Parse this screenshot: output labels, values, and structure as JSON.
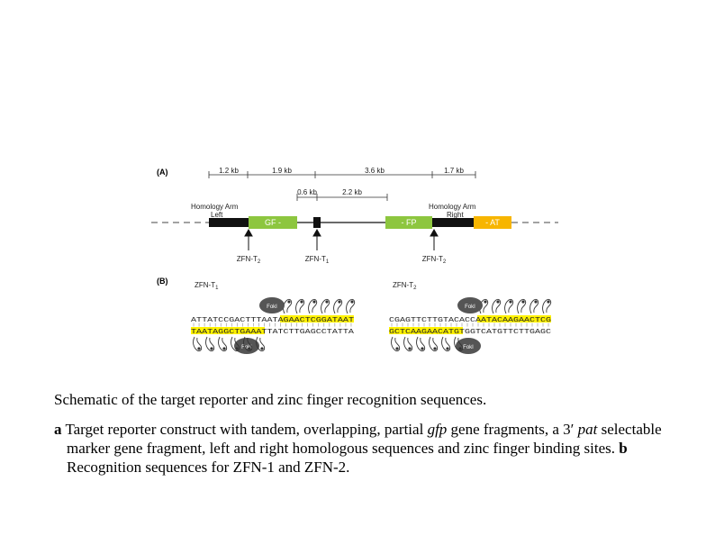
{
  "figure": {
    "panel_a": {
      "label": "(A)",
      "top_distances": [
        "1.2 kb",
        "1.9 kb",
        "3.6 kb",
        "1.7 kb"
      ],
      "mid_distances": [
        "0.6 kb",
        "2.2 kb"
      ],
      "left_arm_label": [
        "Homology Arm",
        "Left"
      ],
      "right_arm_label": [
        "Homology Arm",
        "Right"
      ],
      "fragments": [
        "GF -",
        "- FP",
        "- AT"
      ],
      "sites": [
        "ZFN-T",
        "ZFN-T",
        "ZFN-T"
      ],
      "site_subscripts": [
        "2",
        "1",
        "2"
      ],
      "colors": {
        "gfp": "#8dc63f",
        "pat": "#f7b500",
        "arm": "#111111"
      }
    },
    "panel_b": {
      "label": "(B)",
      "left": {
        "title": "ZFN-T",
        "title_sub": "1",
        "fok_top": "FokI",
        "fok_bottom": "FokI",
        "top_seq_plain": "ATTATCCGACTTTAATAG",
        "top_seq_hl": "AACTCGGATAAT",
        "bottom_seq_hl": "TAATAGGCTGAA",
        "bottom_seq_plain": "ATTATCTTGAGCCTATTA"
      },
      "right": {
        "title": "ZFN-T",
        "title_sub": "2",
        "fok_top": "FokI",
        "fok_bottom": "FokI",
        "top_seq_plain": "CGAGTTCTTGTACACCAA",
        "top_seq_hl": "TACAAGAACTCG",
        "bottom_seq_hl": "GCTCAAGAACAT",
        "bottom_seq_plain": "GTGGTCATGTTCTTGAGC"
      },
      "highlight_color": "#fff200"
    }
  },
  "caption": {
    "title": "Schematic of the target reporter and zinc finger recognition sequences.",
    "a_label": "a",
    "a_text_1": " Target reporter construct with tandem, overlapping, partial ",
    "a_gfp": "gfp",
    "a_text_2": " gene fragments, a 3′ ",
    "a_pat": "pat",
    "a_text_3": " selectable marker gene fragment, left and right homologous sequences and zinc finger binding sites. ",
    "b_label": "b",
    "b_text": " Recognition sequences for ZFN-1 and ZFN-2."
  }
}
